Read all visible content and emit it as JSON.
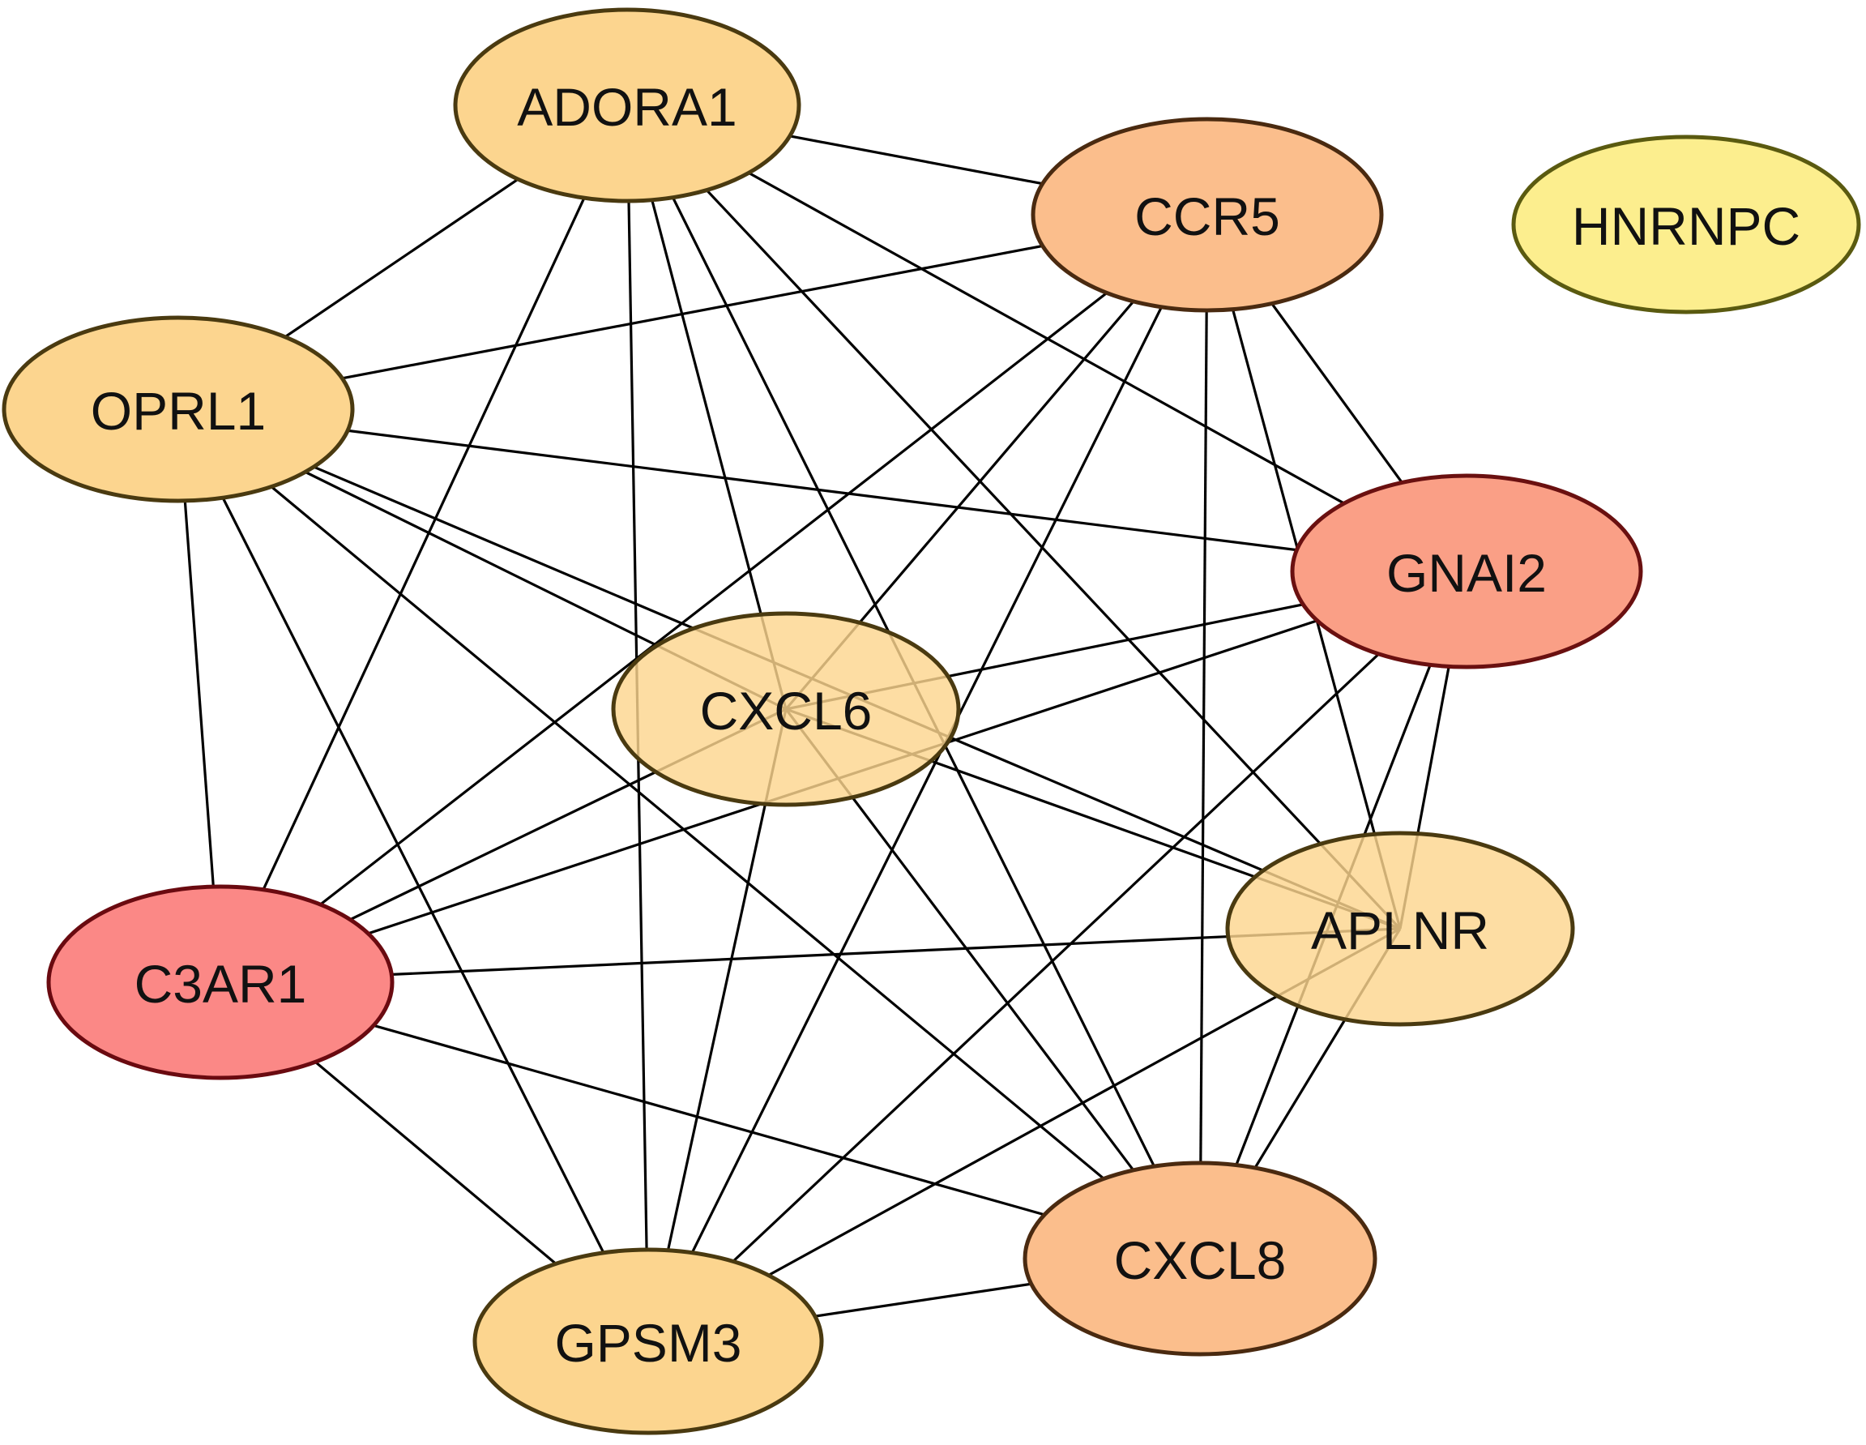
{
  "nodes": [
    {
      "id": "ADORA1",
      "label": "ADORA1",
      "fill": "#FCD58F",
      "stroke": "#4A3A10"
    },
    {
      "id": "CCR5",
      "label": "CCR5",
      "fill": "#FBBE8C",
      "stroke": "#4A2A10"
    },
    {
      "id": "HNRNPC",
      "label": "HNRNPC",
      "fill": "#FCEE8E",
      "stroke": "#5A5A10"
    },
    {
      "id": "OPRL1",
      "label": "OPRL1",
      "fill": "#FCD58F",
      "stroke": "#4A3A10"
    },
    {
      "id": "GNAI2",
      "label": "GNAI2",
      "fill": "#FA9F86",
      "stroke": "#6A1010"
    },
    {
      "id": "CXCL6",
      "label": "CXCL6",
      "fill": "#FCD58F",
      "stroke": "#4A3A10",
      "opacity": 0.82
    },
    {
      "id": "APLNR",
      "label": "APLNR",
      "fill": "#FCD58F",
      "stroke": "#4A3A10",
      "opacity": 0.82
    },
    {
      "id": "C3AR1",
      "label": "C3AR1",
      "fill": "#FB8886",
      "stroke": "#6A0A10"
    },
    {
      "id": "CXCL8",
      "label": "CXCL8",
      "fill": "#FBBE8C",
      "stroke": "#4A2A10"
    },
    {
      "id": "GPSM3",
      "label": "GPSM3",
      "fill": "#FCD58F",
      "stroke": "#4A3A10"
    }
  ],
  "edges": [
    [
      "ADORA1",
      "CCR5"
    ],
    [
      "ADORA1",
      "OPRL1"
    ],
    [
      "ADORA1",
      "C3AR1"
    ],
    [
      "ADORA1",
      "GPSM3"
    ],
    [
      "ADORA1",
      "CXCL6"
    ],
    [
      "ADORA1",
      "CXCL8"
    ],
    [
      "ADORA1",
      "APLNR"
    ],
    [
      "ADORA1",
      "GNAI2"
    ],
    [
      "CCR5",
      "OPRL1"
    ],
    [
      "CCR5",
      "GNAI2"
    ],
    [
      "CCR5",
      "APLNR"
    ],
    [
      "CCR5",
      "CXCL8"
    ],
    [
      "CCR5",
      "GPSM3"
    ],
    [
      "CCR5",
      "C3AR1"
    ],
    [
      "CCR5",
      "CXCL6"
    ],
    [
      "OPRL1",
      "GNAI2"
    ],
    [
      "OPRL1",
      "CXCL6"
    ],
    [
      "OPRL1",
      "APLNR"
    ],
    [
      "OPRL1",
      "CXCL8"
    ],
    [
      "OPRL1",
      "C3AR1"
    ],
    [
      "OPRL1",
      "GPSM3"
    ],
    [
      "GNAI2",
      "CXCL6"
    ],
    [
      "GNAI2",
      "C3AR1"
    ],
    [
      "GNAI2",
      "GPSM3"
    ],
    [
      "GNAI2",
      "APLNR"
    ],
    [
      "GNAI2",
      "CXCL8"
    ],
    [
      "CXCL6",
      "C3AR1"
    ],
    [
      "CXCL6",
      "GPSM3"
    ],
    [
      "CXCL6",
      "CXCL8"
    ],
    [
      "CXCL6",
      "APLNR"
    ],
    [
      "C3AR1",
      "APLNR"
    ],
    [
      "C3AR1",
      "CXCL8"
    ],
    [
      "C3AR1",
      "GPSM3"
    ],
    [
      "APLNR",
      "GPSM3"
    ],
    [
      "APLNR",
      "CXCL8"
    ],
    [
      "CXCL8",
      "GPSM3"
    ]
  ]
}
